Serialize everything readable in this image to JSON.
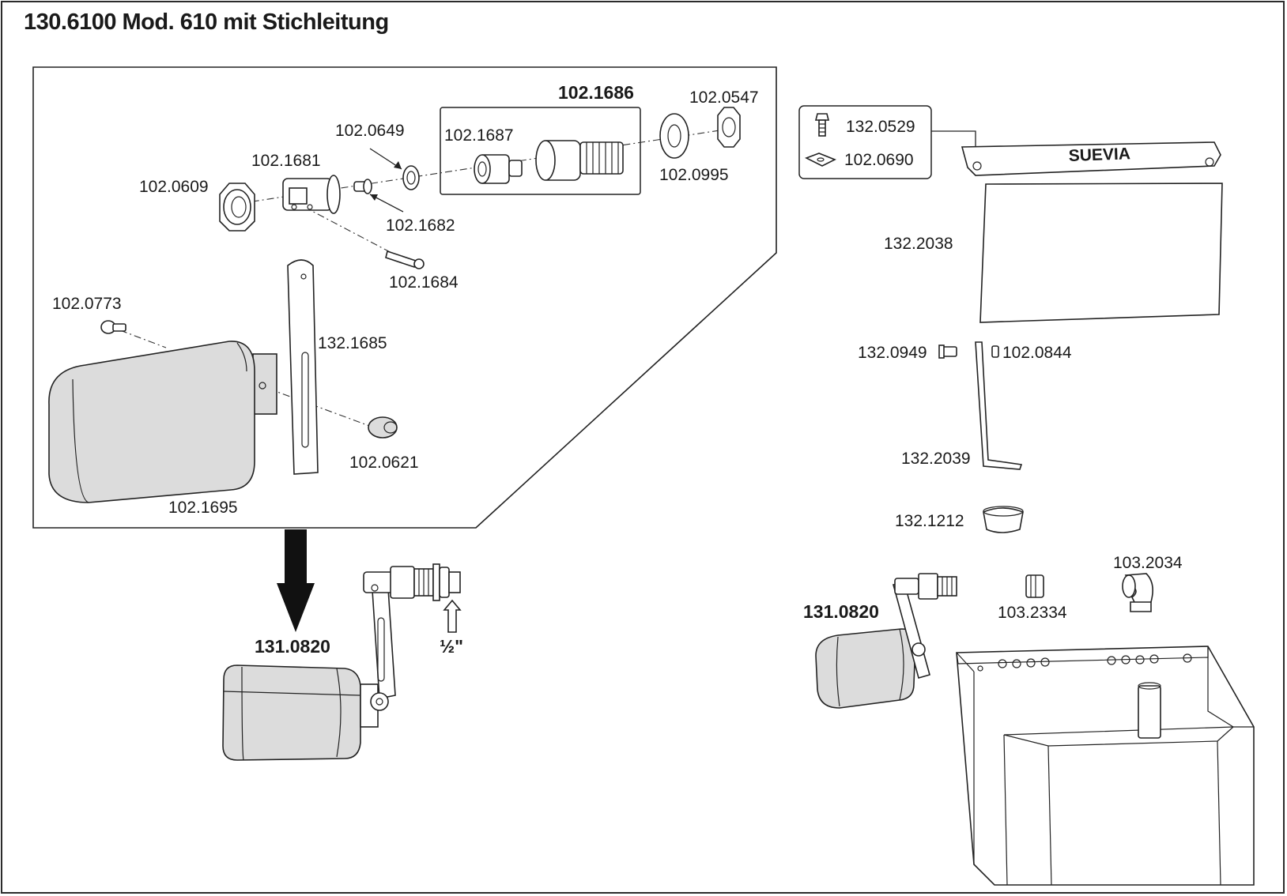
{
  "title": "130.6100 Mod. 610 mit Stichleitung",
  "labels": {
    "p102_1686": "102.1686",
    "p102_0547": "102.0547",
    "p102_0649": "102.0649",
    "p102_1687": "102.1687",
    "p102_1681": "102.1681",
    "p102_0609": "102.0609",
    "p102_0995": "102.0995",
    "p102_1682": "102.1682",
    "p102_1684": "102.1684",
    "p102_0773": "102.0773",
    "p132_1685": "132.1685",
    "p102_0621": "102.0621",
    "p102_1695": "102.1695",
    "p131_0820_left": "131.0820",
    "half_inch": "½\"",
    "p132_0529": "132.0529",
    "p102_0690": "102.0690",
    "p132_2038": "132.2038",
    "suevia": "SUEVIA",
    "p132_0949": "132.0949",
    "p102_0844": "102.0844",
    "p132_2039": "132.2039",
    "p132_1212": "132.1212",
    "p103_2034": "103.2034",
    "p103_2334": "103.2334",
    "p131_0820_right": "131.0820"
  },
  "icons": {
    "arrow": "down-arrow-icon",
    "small_arrow": "up-arrow-icon"
  }
}
